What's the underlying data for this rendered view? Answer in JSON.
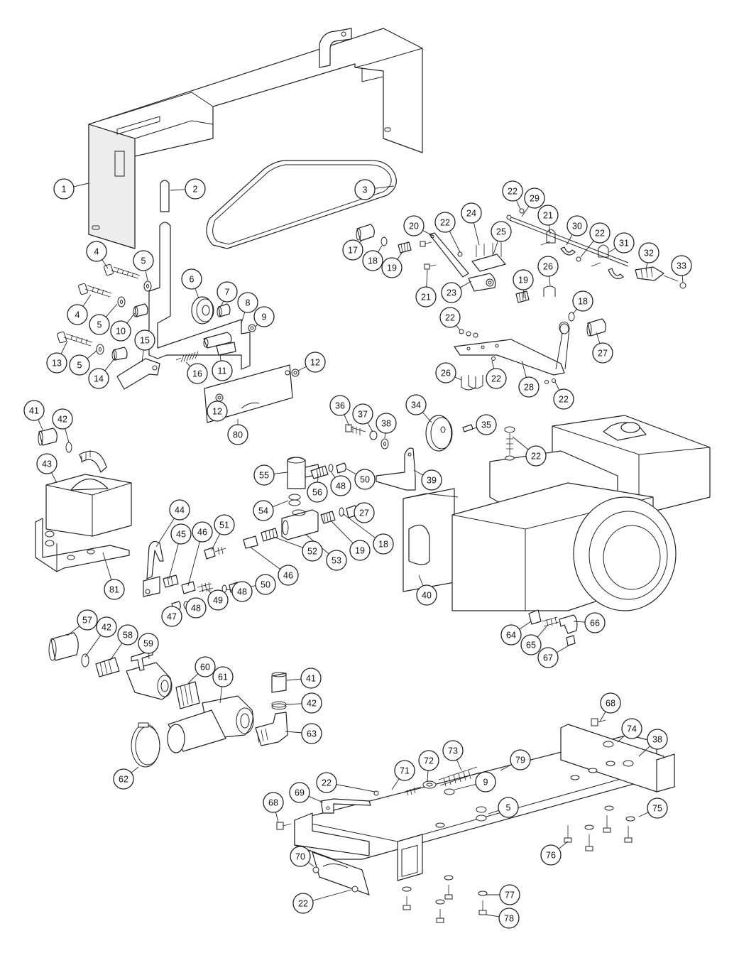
{
  "diagram": {
    "callouts": [
      {
        "label": "1"
      },
      {
        "label": "2"
      },
      {
        "label": "3"
      },
      {
        "label": "4"
      },
      {
        "label": "5"
      },
      {
        "label": "4"
      },
      {
        "label": "5"
      },
      {
        "label": "6"
      },
      {
        "label": "7"
      },
      {
        "label": "8"
      },
      {
        "label": "9"
      },
      {
        "label": "10"
      },
      {
        "label": "11"
      },
      {
        "label": "12"
      },
      {
        "label": "12"
      },
      {
        "label": "13"
      },
      {
        "label": "5"
      },
      {
        "label": "14"
      },
      {
        "label": "15"
      },
      {
        "label": "16"
      },
      {
        "label": "80"
      },
      {
        "label": "17"
      },
      {
        "label": "18"
      },
      {
        "label": "19"
      },
      {
        "label": "20"
      },
      {
        "label": "21"
      },
      {
        "label": "22"
      },
      {
        "label": "23"
      },
      {
        "label": "24"
      },
      {
        "label": "25"
      },
      {
        "label": "19"
      },
      {
        "label": "22"
      },
      {
        "label": "29"
      },
      {
        "label": "21"
      },
      {
        "label": "30"
      },
      {
        "label": "22"
      },
      {
        "label": "31"
      },
      {
        "label": "32"
      },
      {
        "label": "33"
      },
      {
        "label": "26"
      },
      {
        "label": "18"
      },
      {
        "label": "22"
      },
      {
        "label": "27"
      },
      {
        "label": "26"
      },
      {
        "label": "22"
      },
      {
        "label": "28"
      },
      {
        "label": "22"
      },
      {
        "label": "41"
      },
      {
        "label": "42"
      },
      {
        "label": "43"
      },
      {
        "label": "81"
      },
      {
        "label": "36"
      },
      {
        "label": "37"
      },
      {
        "label": "38"
      },
      {
        "label": "34"
      },
      {
        "label": "35"
      },
      {
        "label": "22"
      },
      {
        "label": "39"
      },
      {
        "label": "55"
      },
      {
        "label": "56"
      },
      {
        "label": "48"
      },
      {
        "label": "50"
      },
      {
        "label": "54"
      },
      {
        "label": "27"
      },
      {
        "label": "18"
      },
      {
        "label": "19"
      },
      {
        "label": "53"
      },
      {
        "label": "52"
      },
      {
        "label": "46"
      },
      {
        "label": "51"
      },
      {
        "label": "44"
      },
      {
        "label": "45"
      },
      {
        "label": "46"
      },
      {
        "label": "50"
      },
      {
        "label": "48"
      },
      {
        "label": "49"
      },
      {
        "label": "48"
      },
      {
        "label": "47"
      },
      {
        "label": "40"
      },
      {
        "label": "64"
      },
      {
        "label": "65"
      },
      {
        "label": "66"
      },
      {
        "label": "67"
      },
      {
        "label": "57"
      },
      {
        "label": "42"
      },
      {
        "label": "58"
      },
      {
        "label": "59"
      },
      {
        "label": "60"
      },
      {
        "label": "61"
      },
      {
        "label": "41"
      },
      {
        "label": "42"
      },
      {
        "label": "63"
      },
      {
        "label": "62"
      },
      {
        "label": "68"
      },
      {
        "label": "74"
      },
      {
        "label": "38"
      },
      {
        "label": "79"
      },
      {
        "label": "73"
      },
      {
        "label": "72"
      },
      {
        "label": "71"
      },
      {
        "label": "9"
      },
      {
        "label": "22"
      },
      {
        "label": "69"
      },
      {
        "label": "5"
      },
      {
        "label": "68"
      },
      {
        "label": "75"
      },
      {
        "label": "76"
      },
      {
        "label": "70"
      },
      {
        "label": "22"
      },
      {
        "label": "77"
      },
      {
        "label": "78"
      }
    ]
  }
}
